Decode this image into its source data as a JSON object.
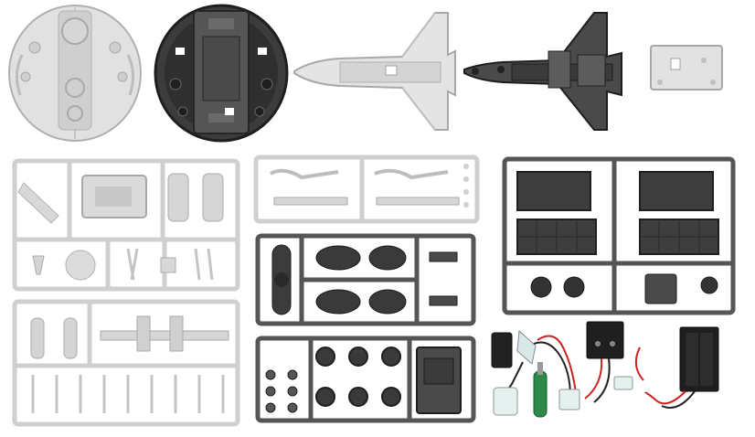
{
  "scene": {
    "description_visible_text": "",
    "colors": {
      "background": "#ffffff",
      "white_plastic": "#dcdcdc",
      "white_plastic_shade": "#bdbdbd",
      "white_plastic_edge": "#a8a8a8",
      "dark_plastic": "#4a4a4a",
      "dark_plastic_shade": "#2e2e2e",
      "dark_plastic_edge": "#1e1e1e",
      "motor_white": "#e6f1ef",
      "wire_red": "#cc2222",
      "wire_black": "#222222",
      "green_part": "#2f8a4a"
    },
    "parts": [
      {
        "name": "round-dome-white-part"
      },
      {
        "name": "round-base-dark-part"
      },
      {
        "name": "space-shuttle-white-half"
      },
      {
        "name": "space-shuttle-dark-half"
      },
      {
        "name": "small-white-plate"
      },
      {
        "name": "white-sprue-large-upper"
      },
      {
        "name": "white-sprue-large-lower"
      },
      {
        "name": "white-sprue-thin-middle"
      },
      {
        "name": "dark-sprue-engines"
      },
      {
        "name": "dark-sprue-gears"
      },
      {
        "name": "dark-sprue-solar-panels"
      },
      {
        "name": "small-motor-with-wires"
      },
      {
        "name": "battery-box-small"
      },
      {
        "name": "battery-holder-aa"
      },
      {
        "name": "green-screwdriver"
      }
    ]
  }
}
